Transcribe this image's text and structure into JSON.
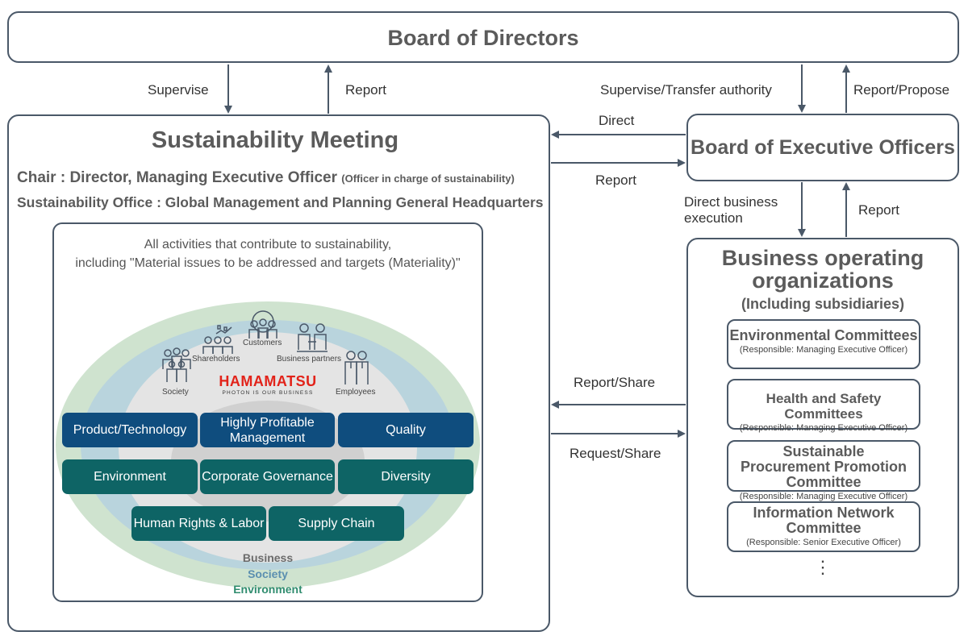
{
  "board_of_directors": {
    "title": "Board of Directors"
  },
  "arrows": {
    "supervise": "Supervise",
    "report_to_board": "Report",
    "supervise_transfer": "Supervise/Transfer authority",
    "report_propose": "Report/Propose",
    "direct": "Direct",
    "report_to_meeting": "Report",
    "direct_business_execution_1": "Direct business",
    "direct_business_execution_2": "execution",
    "report_from_business": "Report",
    "report_share": "Report/Share",
    "request_share": "Request/Share"
  },
  "sustainability_meeting": {
    "title": "Sustainability Meeting",
    "chair": "Chair : Director, Managing Executive Officer",
    "chair_note": "(Officer in charge of sustainability)",
    "office": "Sustainability Office : Global Management and Planning General Headquarters",
    "activities_line1": "All activities that contribute to sustainability,",
    "activities_line2": "including \"Material issues to be addressed and targets (Materiality)\""
  },
  "stakeholders": {
    "society": "Society",
    "shareholders": "Shareholders",
    "customers": "Customers",
    "business_partners": "Business partners",
    "employees": "Employees"
  },
  "logo": {
    "name": "HAMAMATSU",
    "tagline": "PHOTON IS OUR BUSINESS"
  },
  "materiality": {
    "row1": [
      "Product/Technology",
      "Highly Profitable Management",
      "Quality"
    ],
    "row2": [
      "Environment",
      "Corporate Governance",
      "Diversity"
    ],
    "row3": [
      "Human Rights & Labor",
      "Supply Chain"
    ]
  },
  "circles": {
    "business": "Business",
    "society": "Society",
    "environment": "Environment"
  },
  "board_of_executive_officers": {
    "title": "Board of Executive Officers"
  },
  "business_operating_organizations": {
    "title_line1": "Business operating",
    "title_line2": "organizations",
    "subtitle": "(Including subsidiaries)",
    "committees": [
      {
        "name": "Environmental Committees",
        "responsible": "(Responsible: Managing Executive Officer)"
      },
      {
        "name": "Health and Safety Committees",
        "responsible": "(Responsible: Managing Executive Officer)"
      },
      {
        "name": "Sustainable Procurement Promotion Committee",
        "responsible": "(Responsible: Managing Executive Officer)"
      },
      {
        "name": "Information Network Committee",
        "responsible": "(Responsible: Senior Executive Officer)"
      }
    ],
    "more": "⋮"
  },
  "colors": {
    "border": "#4a5868",
    "navy": "#0f4d7e",
    "teal": "#0e6465",
    "ring_outer": "#cfe3cf",
    "ring_middle": "#b9d4dd",
    "ring_inner": "#e4e4e4",
    "logo_red": "#e2231a",
    "society_text": "#5b8fb0",
    "environment_text": "#2f8c6e"
  }
}
